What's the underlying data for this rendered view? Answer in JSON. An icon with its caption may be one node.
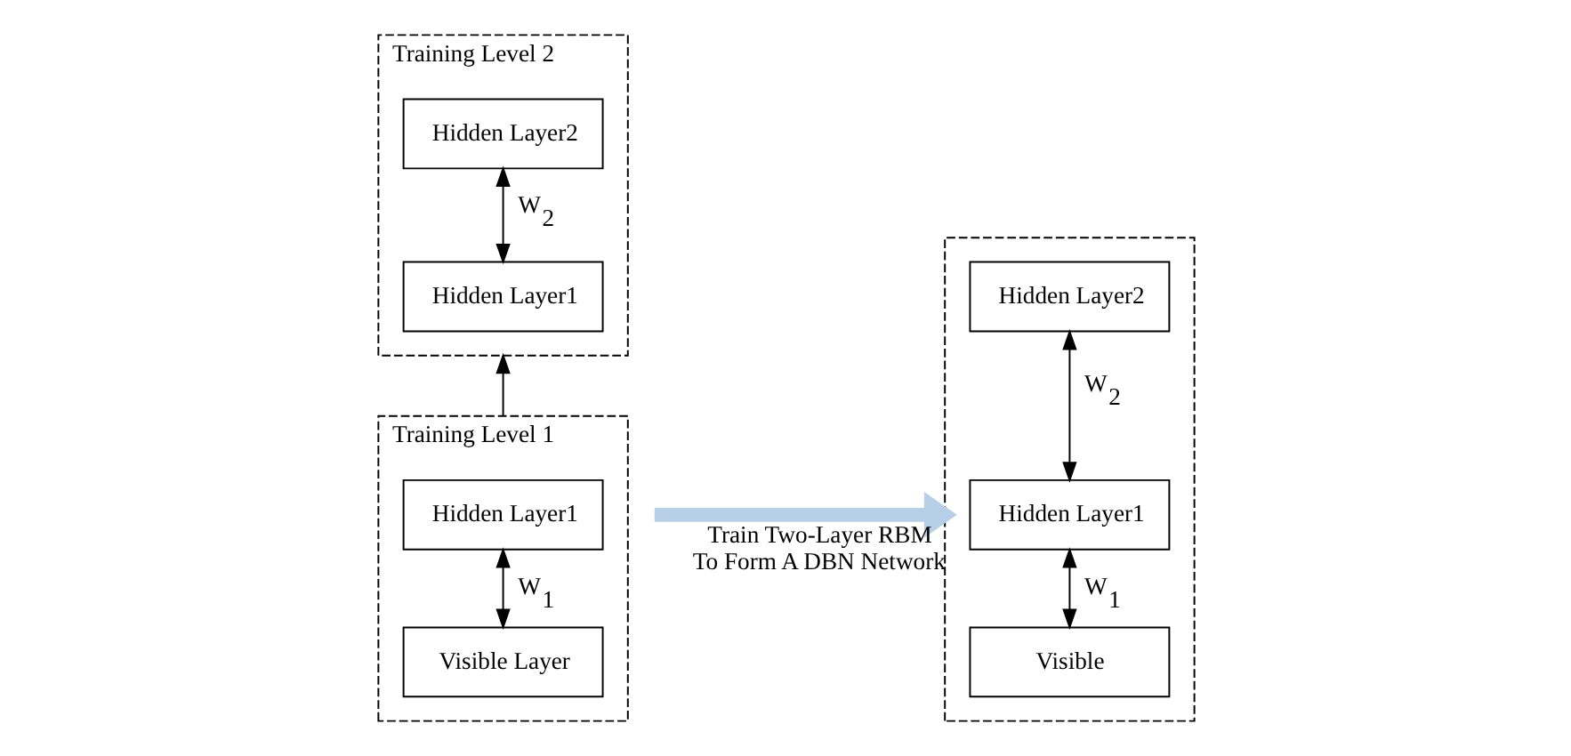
{
  "diagram": {
    "nodes": [
      {
        "text": [
          "Training Level 2"
        ]
      },
      {
        "text": [
          "Hidden Layer2"
        ],
        "in": 0
      },
      {
        "text": [
          "Hidden Layer1"
        ],
        "in": 0
      },
      {
        "text": [
          "Training Level 1"
        ]
      },
      {
        "text": [
          "Hidden Layer1"
        ],
        "in": 3
      },
      {
        "text": [
          "Visible Layer"
        ],
        "in": 3
      },
      {
        "text": [],
        "shape": "box"
      },
      {
        "text": [
          "Hidden Layer2"
        ],
        "in": 6
      },
      {
        "text": [
          "Hidden Layer1"
        ],
        "in": 6
      },
      {
        "text": [
          "Visible"
        ],
        "in": 6
      }
    ],
    "edges": [
      {
        "from": 2,
        "to": 1,
        "arrow": "both",
        "label": "W$_{2}$"
      },
      {
        "from": 3,
        "to": 0,
        "arrow": "to"
      },
      {
        "from": 5,
        "to": 4,
        "arrow": "both",
        "label": "W$_{1}$"
      },
      {
        "from": null,
        "to": 6,
        "arrow": "to",
        "label": "Train Two-Layer RBM To Form A DBN Network",
        "style": "thick",
        "color": "#b8cfe8"
      },
      {
        "from": 9,
        "to": 8,
        "arrow": "both",
        "label": "W$_{1}$"
      },
      {
        "from": 8,
        "to": 7,
        "arrow": "both",
        "label": "W$_{2}$"
      }
    ]
  }
}
